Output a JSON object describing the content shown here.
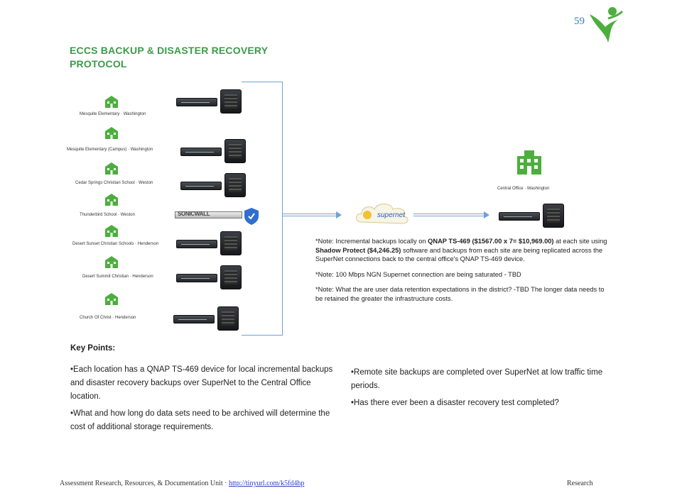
{
  "page_number": "59",
  "title": "ECCS BACKUP & DISASTER RECOVERY PROTOCOL",
  "sites": [
    {
      "label": "Mesquite Elementary · Washington"
    },
    {
      "label": "Mesquite Elementary (Campus) · Washington"
    },
    {
      "label": "Cedar Springs Christian School · Weston"
    },
    {
      "label": "Thunderbird School · Weston"
    },
    {
      "label": "Desert Sunset Christian Schools · Henderson"
    },
    {
      "label": "Desert Summit Christian · Henderson"
    },
    {
      "label": "Church Of Christ · Henderson"
    }
  ],
  "firewall_label": "SONICWALL",
  "cloud_label": "supernet",
  "central_office_label": "Central Office · Washington",
  "notes": {
    "n1_a": "*Note: Incremental backups locally on ",
    "n1_b": "QNAP TS-469 ($1567.00 x 7= $10,969.00)",
    "n1_c": " at each site using ",
    "n1_d": "Shadow Protect ($4,246.25)",
    "n1_e": " software and backups from each site are being replicated across the SuperNet connections back to the central office's QNAP TS-469 device.",
    "n2": "*Note: 100 Mbps NGN Supernet connection are being saturated - TBD",
    "n3": "*Note: What the are user data retention expectations in the district? -TBD The longer data needs to be retained the greater the infrastructure costs."
  },
  "key_points": {
    "title": "Key Points:",
    "left": [
      "•Each location has a QNAP TS-469 device for local incremental backups and disaster recovery backups over SuperNet to the Central Office location.",
      "•What and how long do data sets need to be archived will determine the cost of additional storage requirements."
    ],
    "right": [
      "•Remote site backups are completed over SuperNet at low traffic time periods.",
      "•Has there ever been a disaster recovery test completed?"
    ]
  },
  "footer": {
    "text": "Assessment Research, Resources, & Documentation Unit · ",
    "url": "http://tinyurl.com/k5fd4hp",
    "right": "Research"
  },
  "colors": {
    "title_green": "#3d9a4a",
    "building_green": "#4caf3d",
    "link_blue": "#6ea2d6",
    "shield_blue": "#2f6fd1"
  }
}
